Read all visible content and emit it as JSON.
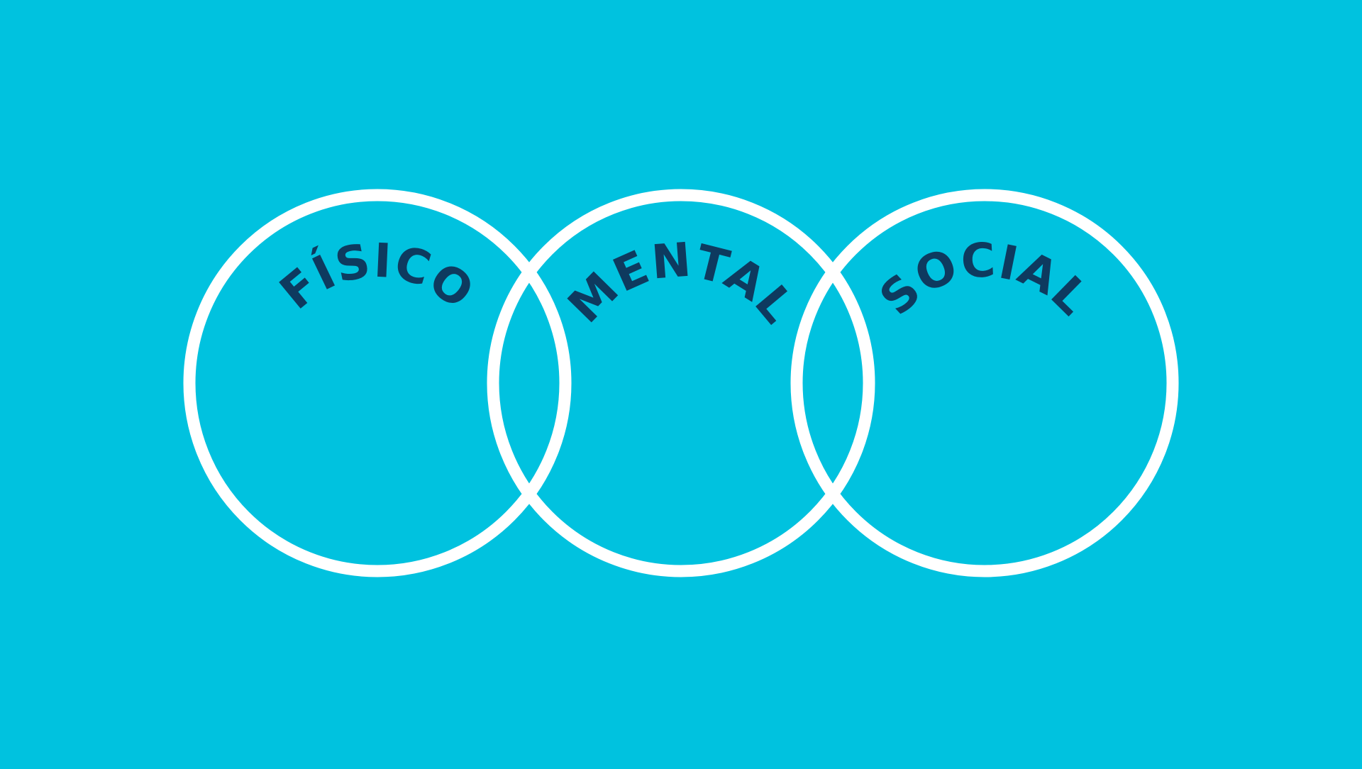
{
  "background_color": "#00c2df",
  "ring_color": "#ffffff",
  "label_color": "#0e3a5f",
  "circles": [
    {
      "label": "FÍSICO"
    },
    {
      "label": "MENTAL"
    },
    {
      "label": "SOCIAL"
    }
  ]
}
